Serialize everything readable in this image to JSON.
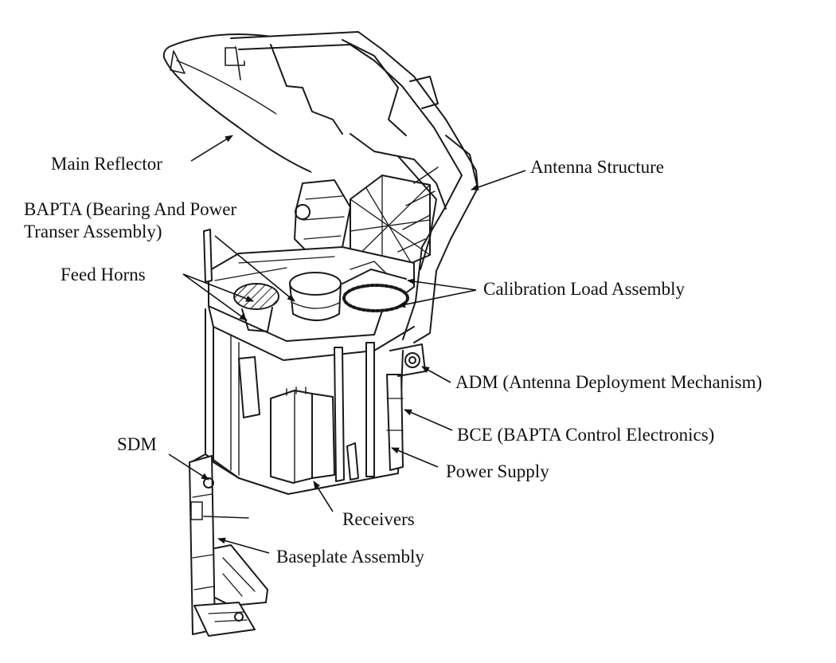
{
  "labels": {
    "main_reflector": "Main Reflector",
    "antenna_structure": "Antenna Structure",
    "bapta_line1": "BAPTA (Bearing And Power",
    "bapta_line2": "Transer Assembly)",
    "feed_horns": "Feed Horns",
    "calibration_load": "Calibration Load Assembly",
    "adm": "ADM (Antenna Deployment Mechanism)",
    "bce": "BCE (BAPTA Control Electronics)",
    "sdm": "SDM",
    "power_supply": "Power Supply",
    "receivers": "Receivers",
    "baseplate": "Baseplate Assembly"
  }
}
